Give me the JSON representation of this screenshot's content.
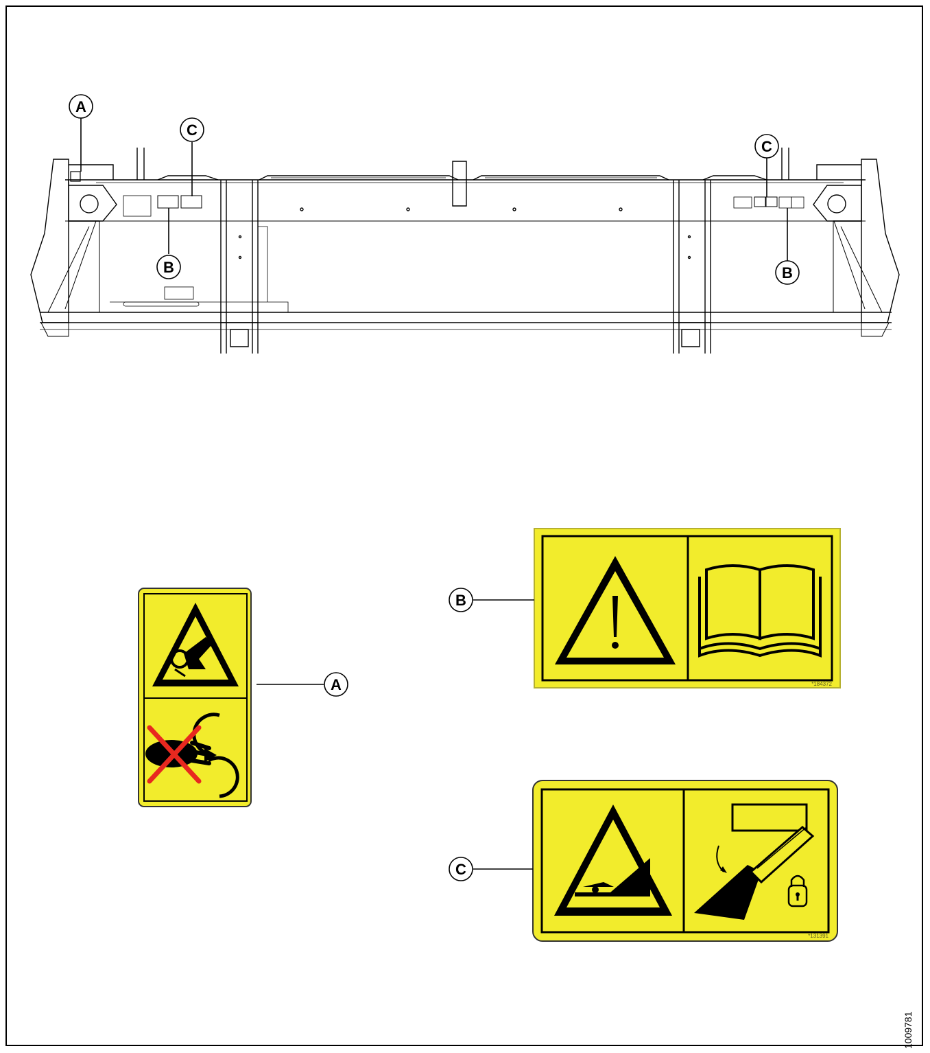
{
  "callouts": {
    "top_left_a": "A",
    "top_left_c": "C",
    "top_left_b": "B",
    "top_right_c": "C",
    "top_right_b": "B",
    "decal_a": "A",
    "decal_b": "B",
    "decal_c": "C"
  },
  "decals": {
    "a": {
      "part_left": "",
      "part_right": ""
    },
    "b": {
      "part_number": "*184372"
    },
    "c": {
      "part_number": "*131391"
    }
  },
  "figure_id": "1009781",
  "colors": {
    "decal_yellow": "#f2ec2c",
    "decal_border": "#000000",
    "cross_red": "#e8281f",
    "line": "#000000"
  },
  "icons": [
    "entanglement-warning-icon",
    "no-hand-rotating-parts-icon",
    "warning-triangle-icon",
    "read-manual-icon",
    "crushing-warning-icon",
    "lock-lift-cylinder-icon"
  ]
}
